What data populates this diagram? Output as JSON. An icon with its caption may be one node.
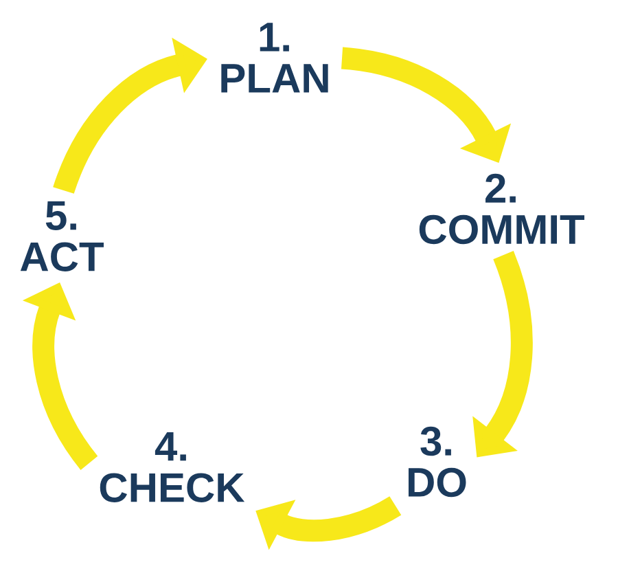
{
  "diagram": {
    "nodes": [
      {
        "text": [
          "1.",
          "PLAN"
        ]
      },
      {
        "text": [
          "2.",
          "COMMIT"
        ]
      },
      {
        "text": [
          "3.",
          "DO"
        ]
      },
      {
        "text": [
          "4.",
          "CHECK"
        ]
      },
      {
        "text": [
          "5.",
          "ACT"
        ]
      }
    ],
    "edges": [
      {
        "from": 0,
        "to": 1,
        "arrow": "to"
      },
      {
        "from": 1,
        "to": 2,
        "arrow": "to"
      },
      {
        "from": 2,
        "to": 3,
        "arrow": "to"
      },
      {
        "from": 3,
        "to": 4,
        "arrow": "to"
      },
      {
        "from": 4,
        "to": 0,
        "arrow": "to"
      }
    ]
  }
}
